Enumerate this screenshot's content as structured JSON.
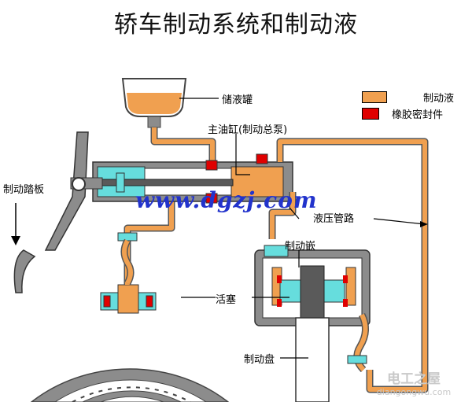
{
  "title": "轿车制动系统和制动液",
  "legend": {
    "fluid_label": "制动液",
    "fluid_color": "#f0a050",
    "seal_label": "橡胶密封件",
    "seal_color": "#e00000"
  },
  "labels": {
    "reservoir": "储液罐",
    "master_cylinder": "主油缸(制动总泵)",
    "pedal": "制动踏板",
    "pipeline": "液压管路",
    "caliper": "制动嵌",
    "piston": "活塞",
    "disc": "制动盘"
  },
  "watermark": "www.dgzj.com",
  "logo": {
    "name": "电工之屋",
    "url": "diangongwu.com"
  },
  "colors": {
    "metal": "#8c8c8c",
    "dark_metal": "#5a5a5a",
    "cyan": "#66dddd",
    "pipe_outline": "#555555"
  }
}
